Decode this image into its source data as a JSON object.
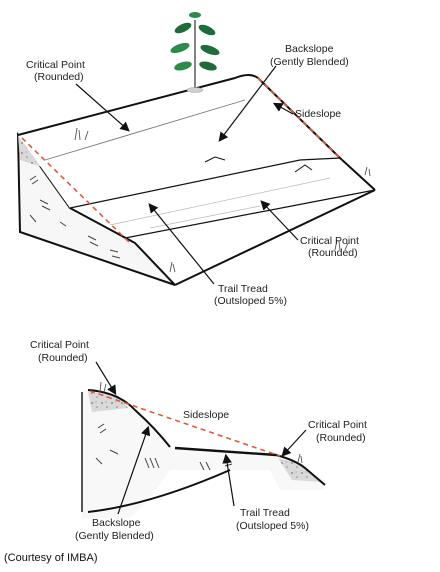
{
  "top_diagram": {
    "labels": {
      "critical_point_top_1": "Critical Point",
      "critical_point_top_2": "(Rounded)",
      "backslope_1": "Backslope",
      "backslope_2": "(Gently Blended)",
      "sideslope": "Sideslope",
      "critical_point_bottom_1": "Critical Point",
      "critical_point_bottom_2": "(Rounded)",
      "trail_tread_1": "Trail Tread",
      "trail_tread_2": "(Outsloped 5%)"
    }
  },
  "bottom_diagram": {
    "labels": {
      "critical_point_left_1": "Critical Point",
      "critical_point_left_2": "(Rounded)",
      "sideslope": "Sideslope",
      "critical_point_right_1": "Critical Point",
      "critical_point_right_2": "(Rounded)",
      "backslope_1": "Backslope",
      "backslope_2": "(Gently Blended)",
      "trail_tread_1": "Trail Tread",
      "trail_tread_2": "(Outsloped 5%)"
    }
  },
  "caption": "(Courtesy of IMBA)",
  "colors": {
    "outline": "#111111",
    "sideslope_dash": "#e05a3a",
    "ground_shade": "#bdbdbd",
    "plant_leaf": "#1f6b3a"
  }
}
